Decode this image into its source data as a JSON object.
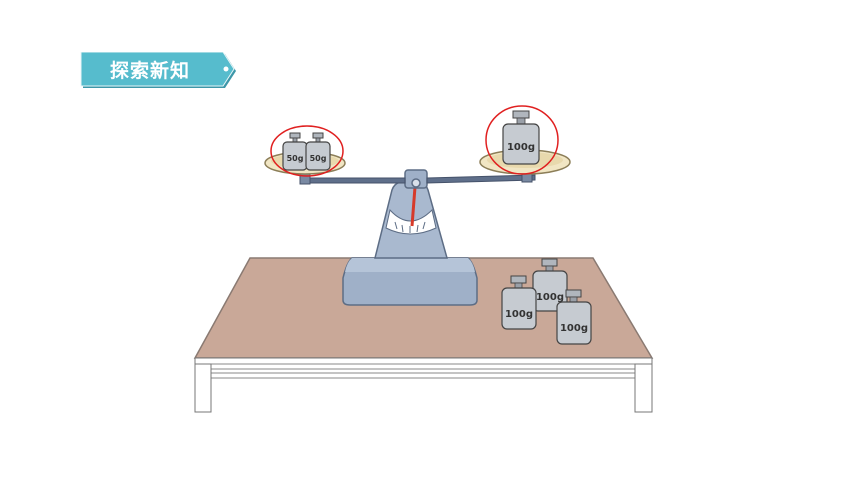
{
  "header": {
    "section_title": "探索新知"
  },
  "scale": {
    "left_pan": {
      "weights": [
        "50g",
        "50g"
      ]
    },
    "right_pan": {
      "weights": [
        "100g"
      ]
    }
  },
  "table_weights": [
    "100g",
    "100g",
    "100g"
  ],
  "colors": {
    "tag_fill": "#52b7c9",
    "highlight_circle": "#e02020",
    "table_top": "#c9a898",
    "scale_body": "#9fb0c8"
  }
}
